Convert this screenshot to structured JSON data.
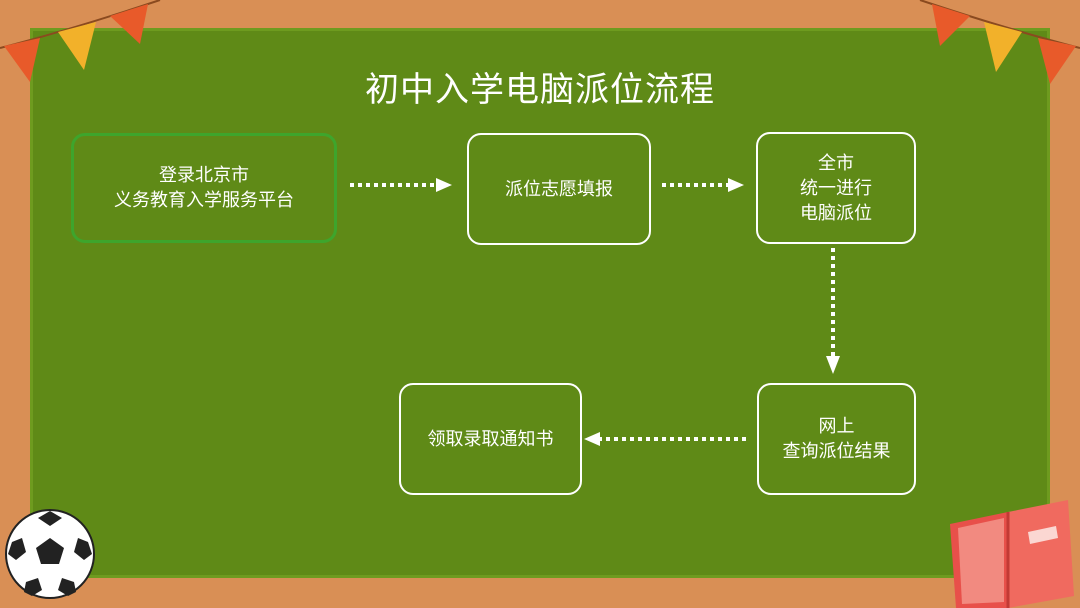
{
  "title": "初中入学电脑派位流程",
  "colors": {
    "frame": "#d98f55",
    "board": "#5f8a17",
    "box_border": "#ffffff",
    "highlight_border": "#3ea52c",
    "text": "#ffffff"
  },
  "steps": [
    {
      "id": "login",
      "label": "登录北京市\n义务教育入学服务平台",
      "highlighted": true
    },
    {
      "id": "fill",
      "label": "派位志愿填报",
      "highlighted": false
    },
    {
      "id": "assign",
      "label": "全市\n统一进行\n电脑派位",
      "highlighted": false
    },
    {
      "id": "query",
      "label": "网上\n查询派位结果",
      "highlighted": false
    },
    {
      "id": "notice",
      "label": "领取录取通知书",
      "highlighted": false
    }
  ],
  "decorations": [
    "bunting-flags-icon",
    "soccer-ball-icon",
    "open-book-icon"
  ]
}
